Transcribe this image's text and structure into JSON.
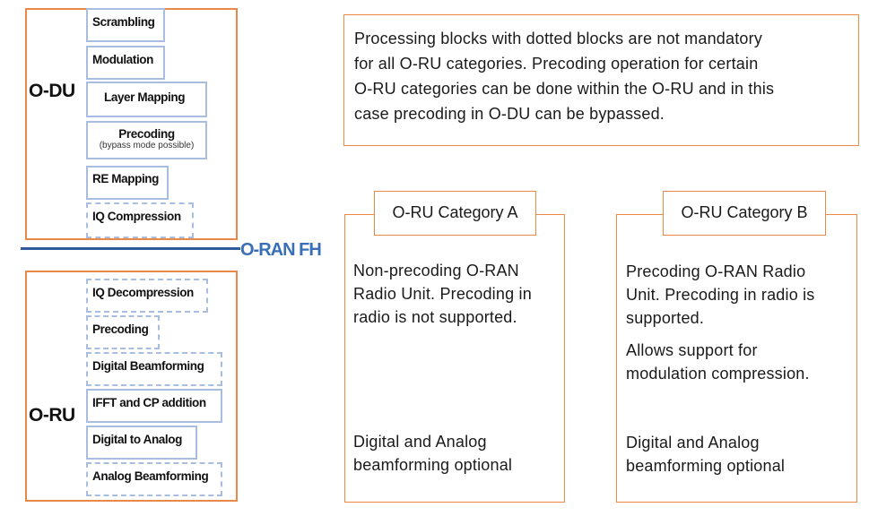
{
  "odu": {
    "label": "O-DU",
    "blocks": [
      {
        "label": "Scrambling"
      },
      {
        "label": "Modulation"
      },
      {
        "label": "Layer Mapping"
      },
      {
        "label": "Precoding",
        "sub": "(bypass mode possible)"
      },
      {
        "label": "RE Mapping"
      },
      {
        "label": "IQ Compression"
      }
    ]
  },
  "fh_label": "O-RAN FH",
  "oru": {
    "label": "O-RU",
    "blocks": [
      {
        "label": "IQ Decompression"
      },
      {
        "label": "Precoding"
      },
      {
        "label": "Digital Beamforming"
      },
      {
        "label": "IFFT and CP addition"
      },
      {
        "label": "Digital to Analog"
      },
      {
        "label": "Analog Beamforming"
      }
    ]
  },
  "note": {
    "lines": [
      "Processing blocks with dotted blocks are not mandatory",
      "for all O-RU categories. Precoding operation for certain",
      "O-RU categories can be done within the O-RU and in this",
      "case precoding in O-DU can be bypassed."
    ]
  },
  "cat_a": {
    "title": "O-RU Category A",
    "desc_lines": [
      "Non-precoding O-RAN",
      "Radio Unit. Precoding in",
      "radio is not supported."
    ],
    "foot_lines": [
      "Digital and Analog",
      "beamforming optional"
    ]
  },
  "cat_b": {
    "title": "O-RU Category B",
    "desc_lines": [
      "Precoding O-RAN Radio",
      "Unit. Precoding in radio is",
      "supported."
    ],
    "extra_lines": [
      "Allows support for",
      "modulation compression."
    ],
    "foot_lines": [
      "Digital and Analog",
      "beamforming optional"
    ]
  },
  "colors": {
    "frame_orange": "#e8894a",
    "block_blue": "#a9bde0",
    "fh_line": "#2f5a9c",
    "fh_text": "#3a6fb8"
  }
}
